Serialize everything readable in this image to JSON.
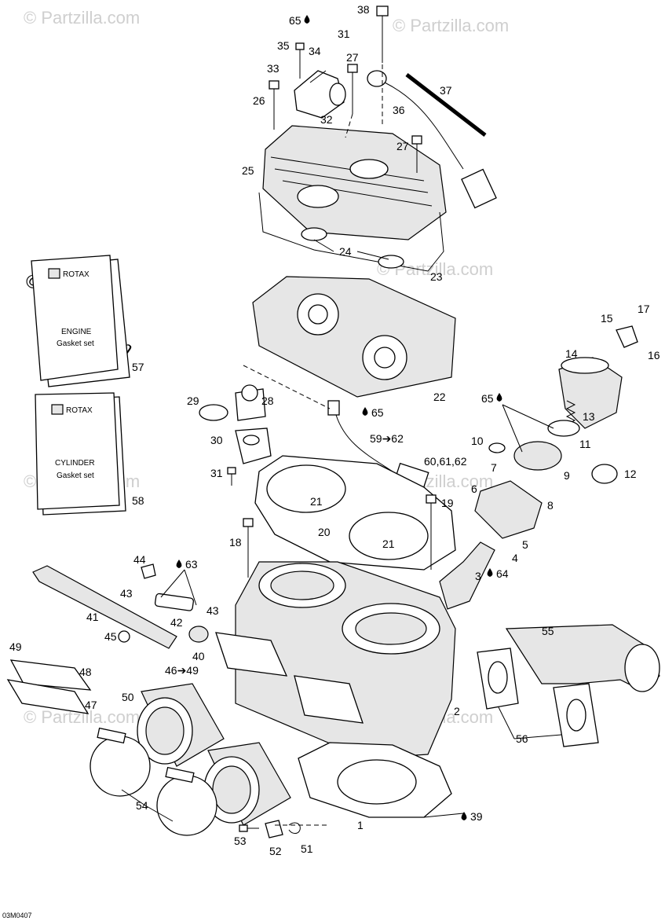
{
  "watermark": "© Partzilla.com",
  "figure_code": "03M0407",
  "booklets": [
    {
      "brand": "ROTAX",
      "line1": "ENGINE",
      "line2": "Gasket set",
      "ref": "57"
    },
    {
      "brand": "ROTAX",
      "line1": "CYLINDER",
      "line2": "Gasket set",
      "ref": "58"
    }
  ],
  "labels": {
    "l1": "1",
    "l2": "2",
    "l3": "3",
    "l4": "4",
    "l5": "5",
    "l6": "6",
    "l7": "7",
    "l8": "8",
    "l9": "9",
    "l10": "10",
    "l11": "11",
    "l12": "12",
    "l13": "13",
    "l14": "14",
    "l15": "15",
    "l16": "16",
    "l17": "17",
    "l18": "18",
    "l19": "19",
    "l20": "20",
    "l21a": "21",
    "l21b": "21",
    "l22": "22",
    "l23": "23",
    "l24": "24",
    "l25": "25",
    "l26": "26",
    "l27a": "27",
    "l27b": "27",
    "l28": "28",
    "l29": "29",
    "l30": "30",
    "l31a": "31",
    "l31b": "31",
    "l32": "32",
    "l33": "33",
    "l34": "34",
    "l35": "35",
    "l36": "36",
    "l37": "37",
    "l38": "38",
    "l39": "39",
    "l40": "40",
    "l41": "41",
    "l42": "42",
    "l43a": "43",
    "l43b": "43",
    "l44": "44",
    "l45": "45",
    "l46": "46➔49",
    "l47": "47",
    "l48": "48",
    "l49": "49",
    "l50": "50",
    "l51": "51",
    "l52": "52",
    "l53": "53",
    "l54": "54",
    "l55": "55",
    "l56": "56",
    "l59": "59➔62",
    "l60": "60,61,62",
    "l63": "63",
    "l64": "64",
    "l65a": "65",
    "l65b": "65",
    "l65c": "65"
  }
}
